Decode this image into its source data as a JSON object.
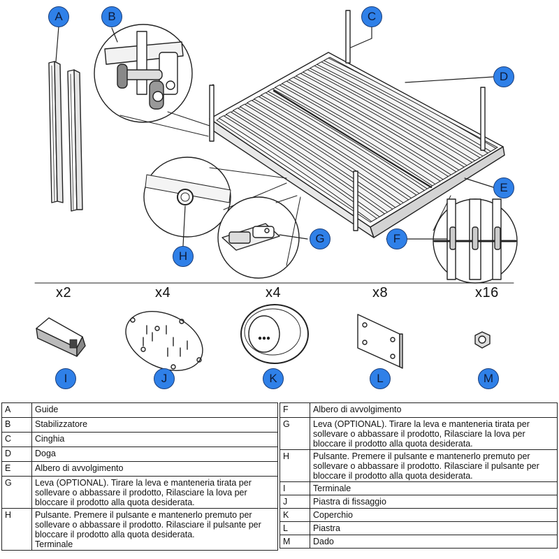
{
  "callouts": [
    "A",
    "B",
    "C",
    "D",
    "E",
    "F",
    "G",
    "H"
  ],
  "parts": [
    {
      "qty": "x2",
      "label": "I"
    },
    {
      "qty": "x4",
      "label": "J"
    },
    {
      "qty": "x4",
      "label": "K"
    },
    {
      "qty": "x8",
      "label": "L"
    },
    {
      "qty": "x16",
      "label": "M"
    }
  ],
  "legend_left": [
    {
      "code": "A",
      "text": "Guide"
    },
    {
      "code": "B",
      "text": "Stabilizzatore"
    },
    {
      "code": "C",
      "text": "Cinghia"
    },
    {
      "code": "D",
      "text": "Doga"
    },
    {
      "code": "E",
      "text": "Albero di avvolgimento"
    },
    {
      "code": "G",
      "text": "Leva (OPTIONAL). Tirare la leva e manteneria tirata per sollevare o abbassare il prodotto, Rilasciare la lova per bloccare il prodotto alla quota desiderata."
    },
    {
      "code": "H",
      "text": "Pulsante. Premere il pulsante e mantenerlo premuto per sollevare o abbassare il prodotto. Rilasciare il pulsante per bloccare il prodotto alla quota desiderata.",
      "extra": "Terminale"
    }
  ],
  "legend_right": [
    {
      "code": "F",
      "text": "Albero di avvolgimento"
    },
    {
      "code": "G",
      "text": "Leva (OPTIONAL). Tirare la leva e manteneria tirata per sollevare o abbassare il prodotto, Rilasciare la lova per bloccare il prodotto alla quota desiderata."
    },
    {
      "code": "H",
      "text": "Pulsante. Premere il pulsante e mantenerlo premuto per sollevare o abbassare il prodotto. Rilasciare il pulsante per bloccare il prodotto alla quota desiderata."
    },
    {
      "code": "I",
      "text": "Terminale"
    },
    {
      "code": "J",
      "text": "Piastra di fissaggio"
    },
    {
      "code": "K",
      "text": "Coperchio"
    },
    {
      "code": "L",
      "text": "Piastra"
    },
    {
      "code": "M",
      "text": "Dado"
    }
  ]
}
